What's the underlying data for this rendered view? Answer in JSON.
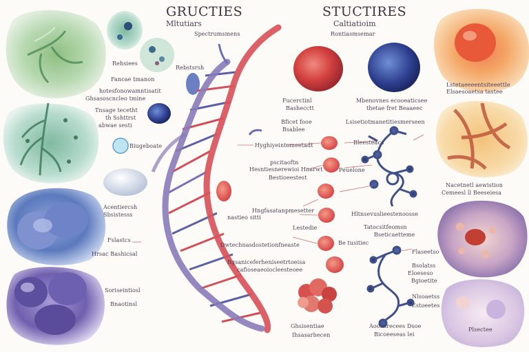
{
  "titles": {
    "left_title": "GRUCTIES",
    "left_subtitle": "Mltutiars",
    "left_caption": "Spectrumsmens",
    "right_title": "STUCTIRES",
    "right_subtitle": "Caltiatioim",
    "right_caption": "Rontiasmsemar"
  },
  "labels": {
    "l1": "Rehsiees",
    "l2": "Rebstsrsh",
    "l3": "Fancae tmanon",
    "l4": "hotesfonowamntisatit",
    "l5": "Ghsasoscncleo tmine",
    "l6": "Tnsage tecetht",
    "l7": "th Sshttrst",
    "l8": "abwae sesti",
    "l9": "Biugeboate",
    "l10": "Acentiercsh",
    "l11": "Sbsistesss",
    "l12": "Fslastcs",
    "l13": "Hrsac Bashicsal",
    "l14": "Soriseintiosl",
    "l15": "Bnaotinsl",
    "c1": "Fucerctinl",
    "c2": "Bashecctt",
    "c3": "Bficet fooe",
    "c4": "Bsablee",
    "c5": "Hyghiyeintomeetadt",
    "c6": "pscitaoftn",
    "c7": "Hesntiesnerewioi Hnarwt",
    "c8": "Bestioeestest",
    "c9": "Hngfasatanpmesetter",
    "c10": "nastieo sitti",
    "c11": "Lestedie",
    "c12": "Dwtechnasdostetionfneaste",
    "c13": "Bgsaniceferheniseetrtoeisa",
    "c14": "cafioseaeoiocleesteoee",
    "c15": "Ghsisentiae",
    "c16": "Ihsasarhecen",
    "r1": "Mbenovnes ecooeaticsee",
    "r2": "thetae fret Beaaeec",
    "r3": "Lsisetiotmanetitiesmerseen",
    "r4": "Bleesteacs",
    "r5": "Peuelone",
    "r6": "Hltnsevuslieestenoosse",
    "r7": "Tatocsitfeomsn",
    "r8": "Bseticaetteme",
    "r9": "Be tusitiec",
    "r10": "Aoonsrecees Dsoe",
    "r11": "Bicoeeseas lei",
    "f1": "Lstetaeeeentsiteeettle",
    "f2": "Elsaesoaetsa tastee",
    "f3": "Nacetnetl aewistion",
    "f4": "Cemeesl ll  Beeseiesa",
    "f5": "Flaseetso",
    "f6": "Bsolatss",
    "f7": "Eloeseso",
    "f8": "Bgioetite",
    "f9": "Nlsoaetss",
    "f10": "Estoeetes",
    "f11": "Plsectee"
  },
  "colors": {
    "dna_red": "#d9525a",
    "dna_purple": "#8a7ab8",
    "ink": "#3a3340"
  }
}
